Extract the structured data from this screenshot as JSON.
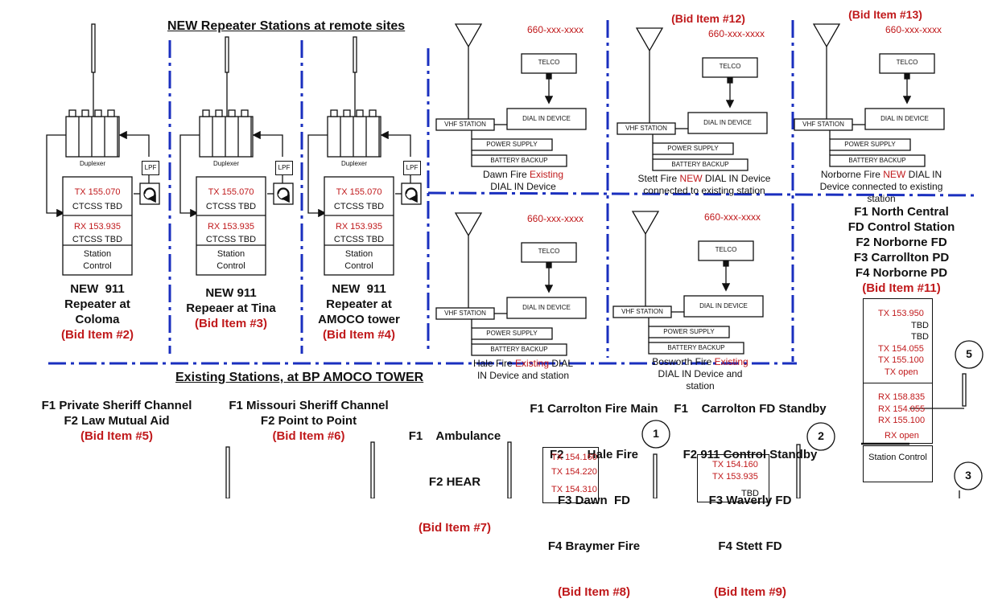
{
  "headings": {
    "new_repeaters": "NEW Repeater Stations at remote sites",
    "existing": "Existing Stations, at BP AMOCO TOWER"
  },
  "repeaters": [
    {
      "duplexer": "Duplexer",
      "lpf": "LPF",
      "tx": "TX 155.070",
      "tx_tone": "CTCSS TBD",
      "rx": "RX 153.935",
      "rx_tone": "CTCSS TBD",
      "control": "Station Control",
      "title_l1": "NEW  911",
      "title_l2": "Repeater at",
      "title_l3": "Coloma",
      "bid": "(Bid Item #2)"
    },
    {
      "duplexer": "Duplexer",
      "lpf": "LPF",
      "tx": "TX 155.070",
      "tx_tone": "CTCSS TBD",
      "rx": "RX 153.935",
      "rx_tone": "CTCSS TBD",
      "control": "Station Control",
      "title_l1": "NEW 911",
      "title_l2": "Repeaer at Tina",
      "title_l3": "",
      "bid": "(Bid Item #3)"
    },
    {
      "duplexer": "Duplexer",
      "lpf": "LPF",
      "tx": "TX 155.070",
      "tx_tone": "CTCSS TBD",
      "rx": "RX 153.935",
      "rx_tone": "CTCSS TBD",
      "control": "Station Control",
      "title_l1": "NEW  911",
      "title_l2": "Repeater at",
      "title_l3": "AMOCO tower",
      "bid": "(Bid Item #4)"
    }
  ],
  "dial_stations": [
    {
      "phone": "660-xxx-xxxx",
      "bid": "",
      "telco": "TELCO",
      "vhf": "VHF STATION",
      "dial": "DIAL IN DEVICE",
      "power": "POWER SUPPLY",
      "battery": "BATTERY BACKUP",
      "cap_a": "Dawn Fire ",
      "cap_b": "Existing",
      "cap_c": "",
      "cap_l2": "DIAL IN Device"
    },
    {
      "phone": "660-xxx-xxxx",
      "bid": "(Bid Item #12)",
      "telco": "TELCO",
      "vhf": "VHF STATION",
      "dial": "DIAL IN DEVICE",
      "power": "POWER SUPPLY",
      "battery": "BATTERY BACKUP",
      "cap_a": "Stett Fire ",
      "cap_b": "NEW",
      "cap_c": " DIAL IN Device",
      "cap_l2": "connected to existing station"
    },
    {
      "phone": "660-xxx-xxxx",
      "bid": "(Bid Item #13)",
      "telco": "TELCO",
      "vhf": "VHF STATION",
      "dial": "DIAL IN DEVICE",
      "power": "POWER SUPPLY",
      "battery": "BATTERY BACKUP",
      "cap_a": "Norborne Fire ",
      "cap_b": "NEW",
      "cap_c": " DIAL IN",
      "cap_l2": "Device connected to existing",
      "cap_l3": "station"
    },
    {
      "phone": "660-xxx-xxxx",
      "bid": "",
      "telco": "TELCO",
      "vhf": "VHF STATION",
      "dial": "DIAL IN DEVICE",
      "power": "POWER SUPPLY",
      "battery": "BATTERY BACKUP",
      "cap_a": "Hale Fire ",
      "cap_b": "Existing",
      "cap_c": " DIAL",
      "cap_l2": "IN Device and station"
    },
    {
      "phone": "660-xxx-xxxx",
      "bid": "",
      "telco": "TELCO",
      "vhf": "VHF STATION",
      "dial": "DIAL IN DEVICE",
      "power": "POWER SUPPLY",
      "battery": "BATTERY BACKUP",
      "cap_a": "Bosworth Fire ",
      "cap_b": "Existing",
      "cap_c": "",
      "cap_l2": "DIAL IN Device and",
      "cap_l3": "station"
    }
  ],
  "control_station": {
    "lines": [
      "F1 North Central",
      "FD Control Station",
      "F2 Norborne FD",
      "F3 Carrollton PD",
      "F4 Norborne PD"
    ],
    "bid": "(Bid Item #11)",
    "tx": [
      "TX 153.950",
      "TBD",
      "TBD",
      "TX 154.055",
      "TX 155.100",
      "TX open"
    ],
    "rx": [
      "RX 158.835",
      "RX 154.055",
      "RX 155.100",
      "RX open"
    ],
    "control": "Station Control"
  },
  "existing": [
    {
      "l1": "F1 Private Sheriff Channel",
      "l2": "F2 Law Mutual Aid",
      "bid": "(Bid Item #5)"
    },
    {
      "l1": "F1 Missouri Sheriff Channel",
      "l2": "F2 Point to Point",
      "bid": "(Bid Item #6)"
    },
    {
      "l1": "F1    Ambulance",
      "l2": "F2 HEAR",
      "bid": "(Bid Item #7)"
    },
    {
      "l1": "F1 Carrolton Fire Main",
      "l2": "F2       Hale Fire",
      "l3": "F3 Dawn  FD",
      "l4": "F4 Braymer Fire",
      "bid": "(Bid Item #8)",
      "freqs": [
        "TX 154.160",
        "TX 154.220",
        "TX 154.310"
      ]
    },
    {
      "l1": "F1    Carrolton FD Standby",
      "l2": "F2 911 Control Standby",
      "l3": "F3 Waverly FD",
      "l4": "F4 Stett FD",
      "bid": "(Bid Item #9)",
      "freqs": [
        "TX 154.160",
        "TX 153.935",
        "TBD"
      ]
    }
  ],
  "markers": [
    "1",
    "2",
    "3",
    "5"
  ]
}
